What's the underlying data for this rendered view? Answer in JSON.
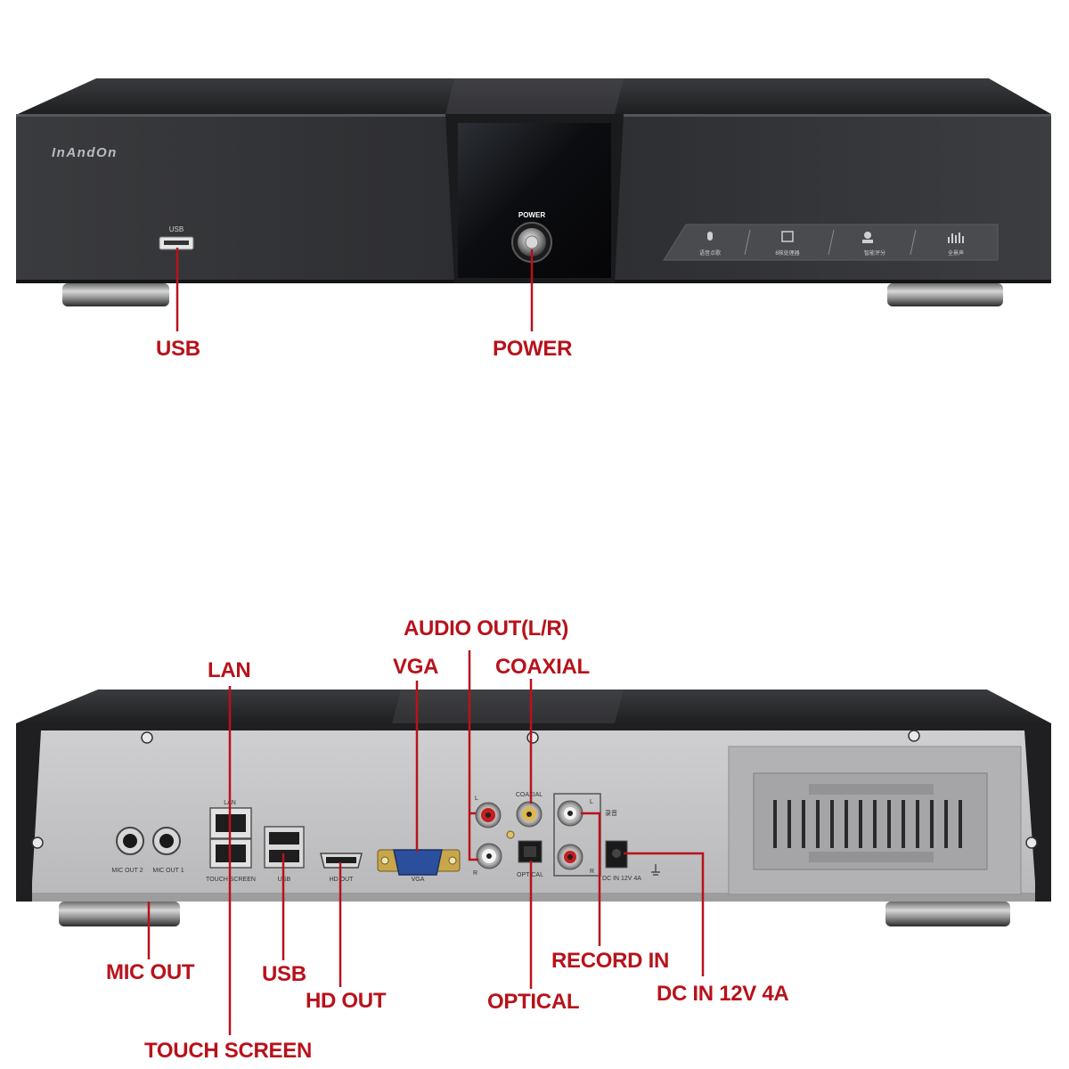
{
  "front_panel": {
    "brand": "InAndOn",
    "usb_port_label": "USB",
    "power_label": "POWER",
    "mode_buttons": [
      {
        "icon": "microphone-icon",
        "label": "语音点歌"
      },
      {
        "icon": "effects-processor-icon",
        "label": "8核处理器"
      },
      {
        "icon": "scoring-icon",
        "label": "智能评分"
      },
      {
        "icon": "equalizer-icon",
        "label": "全景声"
      }
    ]
  },
  "rear_panel": {
    "port_labels": {
      "mic_out_2": "MIC OUT 2",
      "mic_out_1": "MIC OUT 1",
      "lan": "LAN",
      "touch_screen": "TOUCH SCREEN",
      "usb": "USB",
      "hd_out": "HD OUT",
      "vga": "VGA",
      "audio_l": "L",
      "audio_r": "R",
      "coaxial": "COAXIAL",
      "optical": "OPTICAL",
      "record_l": "L",
      "record_r": "R",
      "record_cn": "录音",
      "dc_in": "DC IN 12V 4A"
    }
  },
  "callouts": {
    "front_usb": "USB",
    "power": "POWER",
    "audio_out": "AUDIO OUT(L/R)",
    "lan": "LAN",
    "vga": "VGA",
    "coaxial": "COAXIAL",
    "mic_out": "MIC OUT",
    "usb": "USB",
    "hd_out": "HD OUT",
    "record_in": "RECORD IN",
    "optical": "OPTICAL",
    "dc_in": "DC IN 12V 4A",
    "touch_screen": "TOUCH SCREEN"
  },
  "colors": {
    "callout_red": "#b8121b",
    "chassis_black": "#2a2a2c",
    "rear_plate": "#c6c6c8"
  }
}
